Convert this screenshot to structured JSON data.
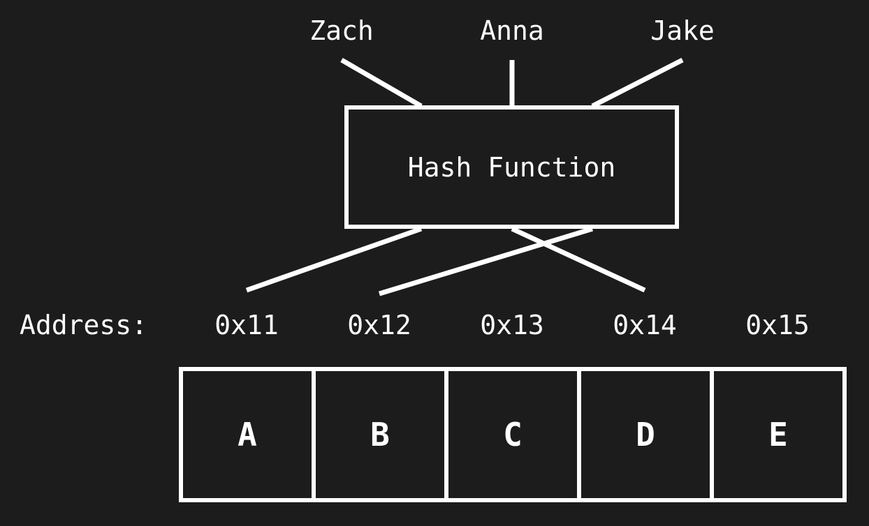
{
  "inputs": [
    "Zach",
    "Anna",
    "Jake"
  ],
  "hash_function": {
    "label": "Hash Function"
  },
  "address_label": "Address:",
  "addresses": [
    "0x11",
    "0x12",
    "0x13",
    "0x14",
    "0x15"
  ],
  "cells": [
    "A",
    "B",
    "C",
    "D",
    "E"
  ],
  "colors": {
    "background": "#1c1c1c",
    "foreground": "#ffffff"
  }
}
